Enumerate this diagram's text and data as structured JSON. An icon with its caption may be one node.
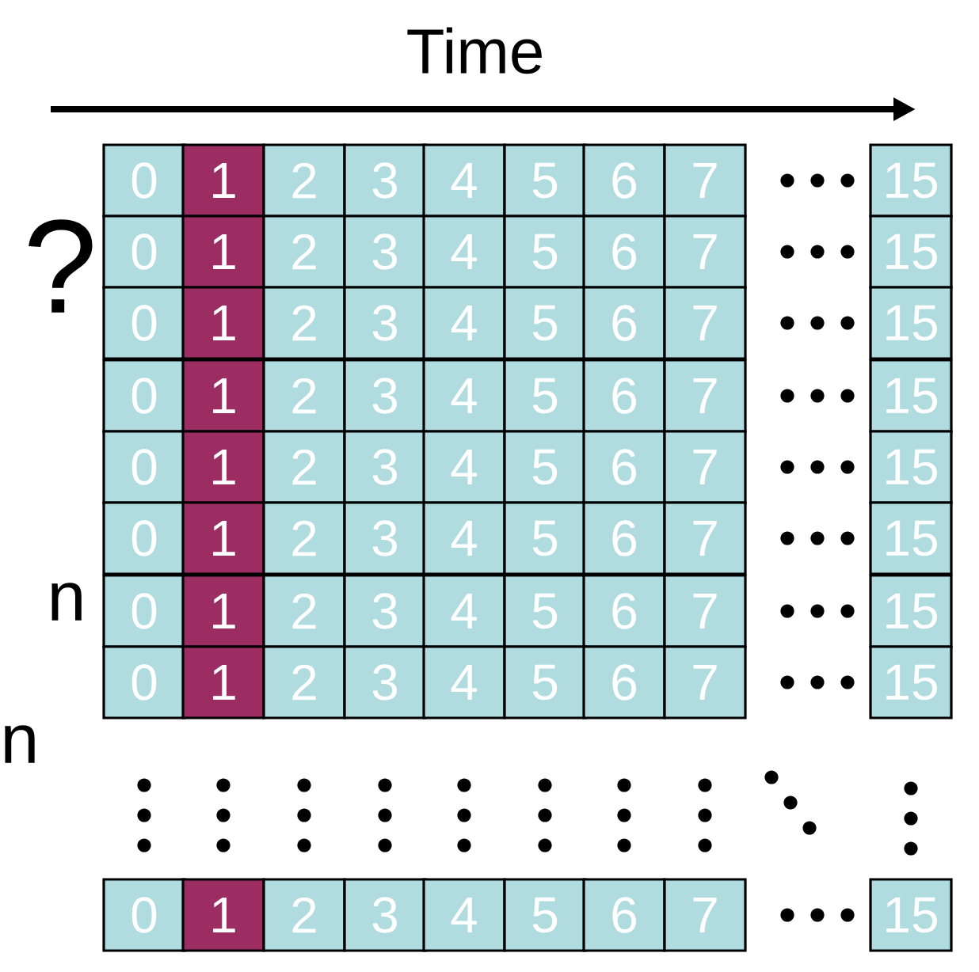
{
  "diagram": {
    "nodes": [
      {
        "text": [
          "0"
        ]
      },
      {
        "text": [
          "1"
        ]
      },
      {
        "text": [
          "2"
        ]
      },
      {
        "text": [
          "3"
        ]
      },
      {
        "text": [
          "4"
        ]
      },
      {
        "text": [
          "5"
        ]
      },
      {
        "text": [
          "6"
        ]
      },
      {
        "text": [
          "7"
        ]
      },
      {
        "text": [
          "15"
        ]
      },
      {
        "text": [
          "0"
        ]
      },
      {
        "text": [
          "1"
        ]
      },
      {
        "text": [
          "2"
        ]
      },
      {
        "text": [
          "3"
        ]
      },
      {
        "text": [
          "4"
        ]
      },
      {
        "text": [
          "5"
        ]
      },
      {
        "text": [
          "6"
        ]
      },
      {
        "text": [
          "7"
        ]
      },
      {
        "text": [
          "15"
        ]
      },
      {
        "text": [
          "0"
        ]
      },
      {
        "text": [
          "1"
        ]
      },
      {
        "text": [
          "2"
        ]
      },
      {
        "text": [
          "3"
        ]
      },
      {
        "text": [
          "4"
        ]
      },
      {
        "text": [
          "5"
        ]
      },
      {
        "text": [
          "6"
        ]
      },
      {
        "text": [
          "7"
        ]
      },
      {
        "text": [
          "15"
        ]
      },
      {
        "text": [
          "0"
        ]
      },
      {
        "text": [
          "1"
        ]
      },
      {
        "text": [
          "2"
        ]
      },
      {
        "text": [
          "3"
        ]
      },
      {
        "text": [
          "4"
        ]
      },
      {
        "text": [
          "5"
        ]
      },
      {
        "text": [
          "6"
        ]
      },
      {
        "text": [
          "7"
        ]
      },
      {
        "text": [
          "15"
        ]
      },
      {
        "text": [
          "0"
        ]
      },
      {
        "text": [
          "1"
        ]
      },
      {
        "text": [
          "2"
        ]
      },
      {
        "text": [
          "3"
        ]
      },
      {
        "text": [
          "4"
        ]
      },
      {
        "text": [
          "5"
        ]
      },
      {
        "text": [
          "6"
        ]
      },
      {
        "text": [
          "7"
        ]
      },
      {
        "text": [
          "15"
        ]
      },
      {
        "text": [
          "0"
        ]
      },
      {
        "text": [
          "1"
        ]
      },
      {
        "text": [
          "2"
        ]
      },
      {
        "text": [
          "3"
        ]
      },
      {
        "text": [
          "4"
        ]
      },
      {
        "text": [
          "5"
        ]
      },
      {
        "text": [
          "6"
        ]
      },
      {
        "text": [
          "7"
        ]
      },
      {
        "text": [
          "15"
        ]
      },
      {
        "text": [
          "0"
        ]
      },
      {
        "text": [
          "1"
        ]
      },
      {
        "text": [
          "2"
        ]
      },
      {
        "text": [
          "3"
        ]
      },
      {
        "text": [
          "4"
        ]
      },
      {
        "text": [
          "5"
        ]
      },
      {
        "text": [
          "6"
        ]
      },
      {
        "text": [
          "7"
        ]
      },
      {
        "text": [
          "15"
        ]
      },
      {
        "text": [
          "0"
        ]
      },
      {
        "text": [
          "1"
        ]
      },
      {
        "text": [
          "2"
        ]
      },
      {
        "text": [
          "3"
        ]
      },
      {
        "text": [
          "4"
        ]
      },
      {
        "text": [
          "5"
        ]
      },
      {
        "text": [
          "6"
        ]
      },
      {
        "text": [
          "7"
        ]
      },
      {
        "text": [
          "15"
        ]
      },
      {
        "text": [
          "0"
        ]
      },
      {
        "text": [
          "1"
        ]
      },
      {
        "text": [
          "2"
        ]
      },
      {
        "text": [
          "3"
        ]
      },
      {
        "text": [
          "4"
        ]
      },
      {
        "text": [
          "5"
        ]
      },
      {
        "text": [
          "6"
        ]
      },
      {
        "text": [
          "7"
        ]
      },
      {
        "text": [
          "15"
        ]
      }
    ],
    "labels": [
      "Time",
      "?",
      "n",
      "n"
    ]
  }
}
